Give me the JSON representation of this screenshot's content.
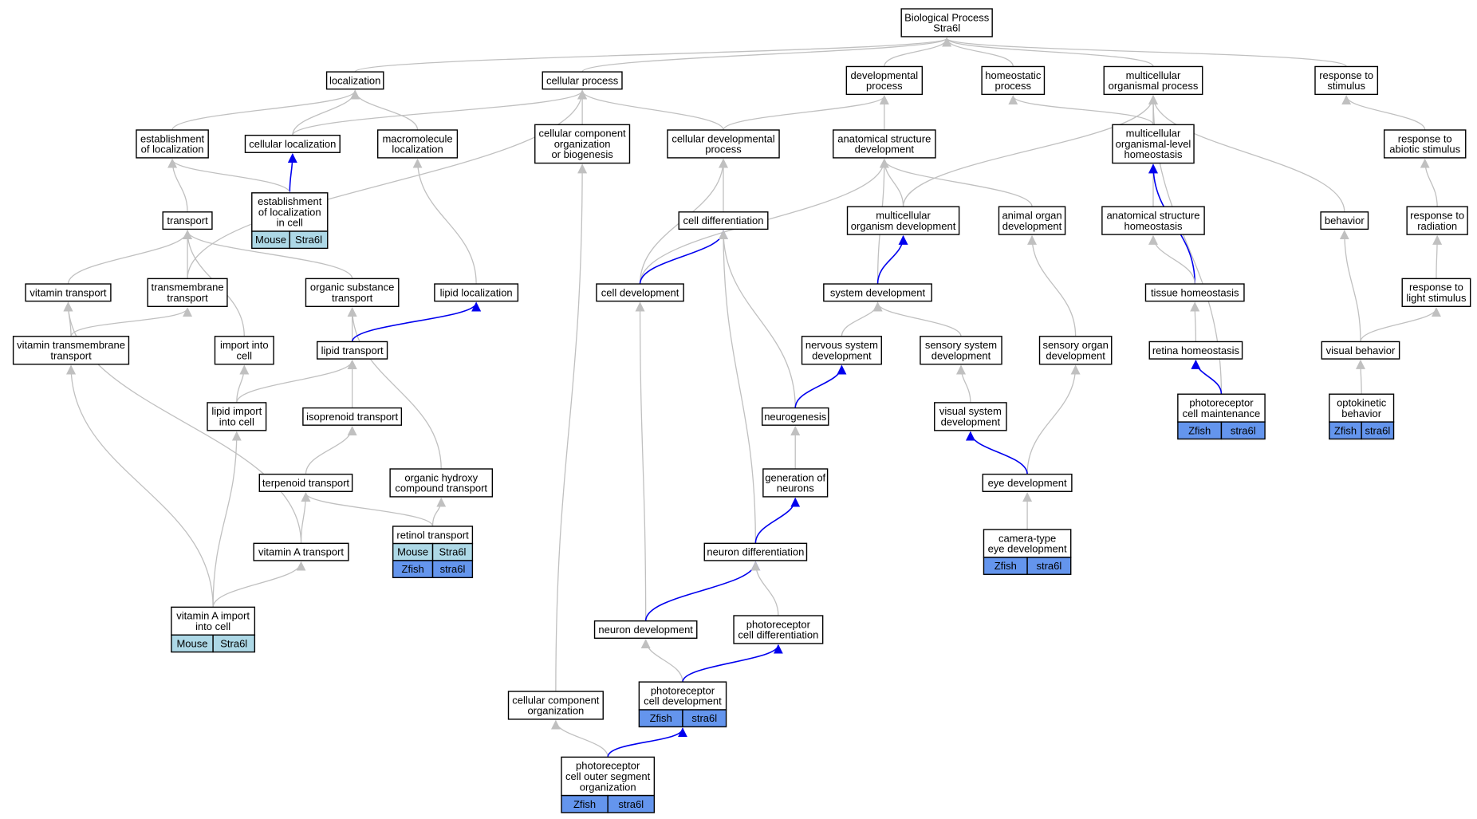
{
  "colors": {
    "edge_gray": "#c0c0c0",
    "edge_blue": "#0000ee",
    "mouse_fill": "#add8e6",
    "zfish_fill": "#6495ed",
    "node_border": "#000000",
    "node_fill": "#ffffff"
  },
  "nodes": [
    {
      "id": "bp",
      "lines": [
        "Biological Process",
        "Stra6l"
      ]
    },
    {
      "id": "localization",
      "lines": [
        "localization"
      ]
    },
    {
      "id": "cellular_process",
      "lines": [
        "cellular process"
      ]
    },
    {
      "id": "developmental_process",
      "lines": [
        "developmental",
        "process"
      ]
    },
    {
      "id": "homeostatic_process",
      "lines": [
        "homeostatic",
        "process"
      ]
    },
    {
      "id": "multicellular_organismal_process",
      "lines": [
        "multicellular",
        "organismal process"
      ]
    },
    {
      "id": "response_to_stimulus",
      "lines": [
        "response to",
        "stimulus"
      ]
    },
    {
      "id": "establishment_of_localization",
      "lines": [
        "establishment",
        "of localization"
      ]
    },
    {
      "id": "cellular_localization",
      "lines": [
        "cellular localization"
      ]
    },
    {
      "id": "macromolecule_localization",
      "lines": [
        "macromolecule",
        "localization"
      ]
    },
    {
      "id": "ccob",
      "lines": [
        "cellular component",
        "organization",
        "or biogenesis"
      ]
    },
    {
      "id": "cellular_developmental_process",
      "lines": [
        "cellular developmental",
        "process"
      ]
    },
    {
      "id": "anatomical_structure_development",
      "lines": [
        "anatomical structure",
        "development"
      ]
    },
    {
      "id": "multicellular_organismal_level_homeostasis",
      "lines": [
        "multicellular",
        "organismal-level",
        "homeostasis"
      ]
    },
    {
      "id": "response_to_abiotic_stimulus",
      "lines": [
        "response to",
        "abiotic stimulus"
      ]
    },
    {
      "id": "establishment_of_localization_in_cell",
      "lines": [
        "establishment",
        "of localization",
        "in cell"
      ],
      "table": [
        [
          "Mouse",
          "Stra6l"
        ]
      ]
    },
    {
      "id": "transport",
      "lines": [
        "transport"
      ]
    },
    {
      "id": "cell_differentiation",
      "lines": [
        "cell differentiation"
      ]
    },
    {
      "id": "multicellular_organism_development",
      "lines": [
        "multicellular",
        "organism development"
      ]
    },
    {
      "id": "animal_organ_development",
      "lines": [
        "animal organ",
        "development"
      ]
    },
    {
      "id": "anatomical_structure_homeostasis",
      "lines": [
        "anatomical structure",
        "homeostasis"
      ]
    },
    {
      "id": "behavior",
      "lines": [
        "behavior"
      ]
    },
    {
      "id": "response_to_radiation",
      "lines": [
        "response to",
        "radiation"
      ]
    },
    {
      "id": "vitamin_transport",
      "lines": [
        "vitamin transport"
      ]
    },
    {
      "id": "transmembrane_transport",
      "lines": [
        "transmembrane",
        "transport"
      ]
    },
    {
      "id": "organic_substance_transport",
      "lines": [
        "organic substance",
        "transport"
      ]
    },
    {
      "id": "lipid_localization",
      "lines": [
        "lipid localization"
      ]
    },
    {
      "id": "cell_development",
      "lines": [
        "cell development"
      ]
    },
    {
      "id": "system_development",
      "lines": [
        "system development"
      ]
    },
    {
      "id": "tissue_homeostasis",
      "lines": [
        "tissue homeostasis"
      ]
    },
    {
      "id": "response_to_light_stimulus",
      "lines": [
        "response to",
        "light stimulus"
      ]
    },
    {
      "id": "vitamin_transmembrane_transport",
      "lines": [
        "vitamin transmembrane",
        "transport"
      ]
    },
    {
      "id": "import_into_cell",
      "lines": [
        "import into",
        "cell"
      ]
    },
    {
      "id": "lipid_transport",
      "lines": [
        "lipid transport"
      ]
    },
    {
      "id": "nervous_system_development",
      "lines": [
        "nervous system",
        "development"
      ]
    },
    {
      "id": "sensory_system_development",
      "lines": [
        "sensory system",
        "development"
      ]
    },
    {
      "id": "sensory_organ_development",
      "lines": [
        "sensory organ",
        "development"
      ]
    },
    {
      "id": "retina_homeostasis",
      "lines": [
        "retina homeostasis"
      ]
    },
    {
      "id": "visual_behavior",
      "lines": [
        "visual behavior"
      ]
    },
    {
      "id": "lipid_import_into_cell",
      "lines": [
        "lipid import",
        "into cell"
      ]
    },
    {
      "id": "isoprenoid_transport",
      "lines": [
        "isoprenoid transport"
      ]
    },
    {
      "id": "neurogenesis",
      "lines": [
        "neurogenesis"
      ]
    },
    {
      "id": "visual_system_development",
      "lines": [
        "visual system",
        "development"
      ]
    },
    {
      "id": "photoreceptor_cell_maintenance",
      "lines": [
        "photoreceptor",
        "cell maintenance"
      ],
      "table": [
        [
          "Zfish",
          "stra6l"
        ]
      ]
    },
    {
      "id": "optokinetic_behavior",
      "lines": [
        "optokinetic",
        "behavior"
      ],
      "table": [
        [
          "Zfish",
          "stra6l"
        ]
      ]
    },
    {
      "id": "terpenoid_transport",
      "lines": [
        "terpenoid transport"
      ]
    },
    {
      "id": "organic_hydroxy_compound_transport",
      "lines": [
        "organic hydroxy",
        "compound transport"
      ]
    },
    {
      "id": "generation_of_neurons",
      "lines": [
        "generation of",
        "neurons"
      ]
    },
    {
      "id": "eye_development",
      "lines": [
        "eye development"
      ]
    },
    {
      "id": "retinol_transport",
      "lines": [
        "retinol transport"
      ],
      "table": [
        [
          "Mouse",
          "Stra6l"
        ],
        [
          "Zfish",
          "stra6l"
        ]
      ]
    },
    {
      "id": "vitamin_a_transport",
      "lines": [
        "vitamin A transport"
      ]
    },
    {
      "id": "neuron_differentiation",
      "lines": [
        "neuron differentiation"
      ]
    },
    {
      "id": "camera_type_eye_development",
      "lines": [
        "camera-type",
        "eye development"
      ],
      "table": [
        [
          "Zfish",
          "stra6l"
        ]
      ]
    },
    {
      "id": "vitamin_a_import_into_cell",
      "lines": [
        "vitamin A import",
        "into cell"
      ],
      "table": [
        [
          "Mouse",
          "Stra6l"
        ]
      ]
    },
    {
      "id": "neuron_development",
      "lines": [
        "neuron development"
      ]
    },
    {
      "id": "photoreceptor_cell_differentiation",
      "lines": [
        "photoreceptor",
        "cell differentiation"
      ]
    },
    {
      "id": "photoreceptor_cell_development",
      "lines": [
        "photoreceptor",
        "cell development"
      ],
      "table": [
        [
          "Zfish",
          "stra6l"
        ]
      ]
    },
    {
      "id": "cellular_component_organization",
      "lines": [
        "cellular component",
        "organization"
      ]
    },
    {
      "id": "photoreceptor_outer_segment_organization",
      "lines": [
        "photoreceptor",
        "cell outer segment",
        "organization"
      ],
      "table": [
        [
          "Zfish",
          "stra6l"
        ]
      ]
    }
  ],
  "edges": [
    {
      "from": "localization",
      "to": "bp",
      "color": "gray"
    },
    {
      "from": "cellular_process",
      "to": "bp",
      "color": "gray"
    },
    {
      "from": "developmental_process",
      "to": "bp",
      "color": "gray"
    },
    {
      "from": "homeostatic_process",
      "to": "bp",
      "color": "gray"
    },
    {
      "from": "multicellular_organismal_process",
      "to": "bp",
      "color": "gray"
    },
    {
      "from": "response_to_stimulus",
      "to": "bp",
      "color": "gray"
    },
    {
      "from": "establishment_of_localization",
      "to": "localization",
      "color": "gray"
    },
    {
      "from": "cellular_localization",
      "to": "localization",
      "color": "gray"
    },
    {
      "from": "macromolecule_localization",
      "to": "localization",
      "color": "gray"
    },
    {
      "from": "cellular_localization",
      "to": "cellular_process",
      "color": "gray"
    },
    {
      "from": "ccob",
      "to": "cellular_process",
      "color": "gray"
    },
    {
      "from": "cellular_developmental_process",
      "to": "cellular_process",
      "color": "gray"
    },
    {
      "from": "transmembrane_transport",
      "to": "cellular_process",
      "color": "gray"
    },
    {
      "from": "cellular_developmental_process",
      "to": "developmental_process",
      "color": "gray"
    },
    {
      "from": "anatomical_structure_development",
      "to": "developmental_process",
      "color": "gray"
    },
    {
      "from": "multicellular_organismal_level_homeostasis",
      "to": "homeostatic_process",
      "color": "gray"
    },
    {
      "from": "multicellular_organismal_level_homeostasis",
      "to": "multicellular_organismal_process",
      "color": "gray"
    },
    {
      "from": "multicellular_organism_development",
      "to": "multicellular_organismal_process",
      "color": "gray"
    },
    {
      "from": "behavior",
      "to": "multicellular_organismal_process",
      "color": "gray"
    },
    {
      "from": "photoreceptor_cell_maintenance",
      "to": "multicellular_organismal_process",
      "color": "gray"
    },
    {
      "from": "response_to_abiotic_stimulus",
      "to": "response_to_stimulus",
      "color": "gray"
    },
    {
      "from": "establishment_of_localization_in_cell",
      "to": "cellular_localization",
      "color": "blue"
    },
    {
      "from": "establishment_of_localization_in_cell",
      "to": "establishment_of_localization",
      "color": "gray"
    },
    {
      "from": "transport",
      "to": "establishment_of_localization",
      "color": "gray"
    },
    {
      "from": "lipid_localization",
      "to": "macromolecule_localization",
      "color": "gray"
    },
    {
      "from": "cellular_component_organization",
      "to": "ccob",
      "color": "gray"
    },
    {
      "from": "cell_differentiation",
      "to": "cellular_developmental_process",
      "color": "gray"
    },
    {
      "from": "cell_development",
      "to": "cellular_developmental_process",
      "color": "gray"
    },
    {
      "from": "cell_development",
      "to": "anatomical_structure_development",
      "color": "gray"
    },
    {
      "from": "multicellular_organism_development",
      "to": "anatomical_structure_development",
      "color": "gray"
    },
    {
      "from": "animal_organ_development",
      "to": "anatomical_structure_development",
      "color": "gray"
    },
    {
      "from": "system_development",
      "to": "anatomical_structure_development",
      "color": "gray"
    },
    {
      "from": "anatomical_structure_homeostasis",
      "to": "multicellular_organismal_level_homeostasis",
      "color": "gray"
    },
    {
      "from": "tissue_homeostasis",
      "to": "multicellular_organismal_level_homeostasis",
      "color": "blue"
    },
    {
      "from": "response_to_radiation",
      "to": "response_to_abiotic_stimulus",
      "color": "gray"
    },
    {
      "from": "vitamin_transport",
      "to": "transport",
      "color": "gray"
    },
    {
      "from": "transmembrane_transport",
      "to": "transport",
      "color": "gray"
    },
    {
      "from": "organic_substance_transport",
      "to": "transport",
      "color": "gray"
    },
    {
      "from": "import_into_cell",
      "to": "transport",
      "color": "gray"
    },
    {
      "from": "cell_development",
      "to": "cell_differentiation",
      "color": "blue"
    },
    {
      "from": "neurogenesis",
      "to": "cell_differentiation",
      "color": "gray"
    },
    {
      "from": "neuron_differentiation",
      "to": "cell_differentiation",
      "color": "gray"
    },
    {
      "from": "system_development",
      "to": "multicellular_organism_development",
      "color": "blue"
    },
    {
      "from": "sensory_organ_development",
      "to": "animal_organ_development",
      "color": "gray"
    },
    {
      "from": "tissue_homeostasis",
      "to": "anatomical_structure_homeostasis",
      "color": "gray"
    },
    {
      "from": "visual_behavior",
      "to": "behavior",
      "color": "gray"
    },
    {
      "from": "response_to_light_stimulus",
      "to": "response_to_radiation",
      "color": "gray"
    },
    {
      "from": "vitamin_transmembrane_transport",
      "to": "vitamin_transport",
      "color": "gray"
    },
    {
      "from": "vitamin_a_transport",
      "to": "vitamin_transport",
      "color": "gray"
    },
    {
      "from": "vitamin_transmembrane_transport",
      "to": "transmembrane_transport",
      "color": "gray"
    },
    {
      "from": "lipid_transport",
      "to": "organic_substance_transport",
      "color": "gray"
    },
    {
      "from": "organic_hydroxy_compound_transport",
      "to": "organic_substance_transport",
      "color": "gray"
    },
    {
      "from": "lipid_transport",
      "to": "lipid_localization",
      "color": "blue"
    },
    {
      "from": "neuron_development",
      "to": "cell_development",
      "color": "gray"
    },
    {
      "from": "nervous_system_development",
      "to": "system_development",
      "color": "gray"
    },
    {
      "from": "sensory_system_development",
      "to": "system_development",
      "color": "gray"
    },
    {
      "from": "retina_homeostasis",
      "to": "tissue_homeostasis",
      "color": "gray"
    },
    {
      "from": "visual_behavior",
      "to": "response_to_light_stimulus",
      "color": "gray"
    },
    {
      "from": "vitamin_a_import_into_cell",
      "to": "vitamin_transmembrane_transport",
      "color": "gray"
    },
    {
      "from": "lipid_import_into_cell",
      "to": "import_into_cell",
      "color": "gray"
    },
    {
      "from": "lipid_import_into_cell",
      "to": "lipid_transport",
      "color": "gray"
    },
    {
      "from": "isoprenoid_transport",
      "to": "lipid_transport",
      "color": "gray"
    },
    {
      "from": "neurogenesis",
      "to": "nervous_system_development",
      "color": "blue"
    },
    {
      "from": "visual_system_development",
      "to": "sensory_system_development",
      "color": "gray"
    },
    {
      "from": "eye_development",
      "to": "sensory_organ_development",
      "color": "gray"
    },
    {
      "from": "photoreceptor_cell_maintenance",
      "to": "retina_homeostasis",
      "color": "blue"
    },
    {
      "from": "optokinetic_behavior",
      "to": "visual_behavior",
      "color": "gray"
    },
    {
      "from": "vitamin_a_import_into_cell",
      "to": "lipid_import_into_cell",
      "color": "gray"
    },
    {
      "from": "terpenoid_transport",
      "to": "isoprenoid_transport",
      "color": "gray"
    },
    {
      "from": "generation_of_neurons",
      "to": "neurogenesis",
      "color": "gray"
    },
    {
      "from": "eye_development",
      "to": "visual_system_development",
      "color": "blue"
    },
    {
      "from": "retinol_transport",
      "to": "terpenoid_transport",
      "color": "gray"
    },
    {
      "from": "vitamin_a_transport",
      "to": "terpenoid_transport",
      "color": "gray"
    },
    {
      "from": "retinol_transport",
      "to": "organic_hydroxy_compound_transport",
      "color": "gray"
    },
    {
      "from": "neuron_differentiation",
      "to": "generation_of_neurons",
      "color": "blue"
    },
    {
      "from": "camera_type_eye_development",
      "to": "eye_development",
      "color": "gray"
    },
    {
      "from": "vitamin_a_import_into_cell",
      "to": "vitamin_a_transport",
      "color": "gray"
    },
    {
      "from": "neuron_development",
      "to": "neuron_differentiation",
      "color": "blue"
    },
    {
      "from": "photoreceptor_cell_differentiation",
      "to": "neuron_differentiation",
      "color": "gray"
    },
    {
      "from": "photoreceptor_cell_development",
      "to": "neuron_development",
      "color": "gray"
    },
    {
      "from": "photoreceptor_cell_development",
      "to": "photoreceptor_cell_differentiation",
      "color": "blue"
    },
    {
      "from": "photoreceptor_outer_segment_organization",
      "to": "cellular_component_organization",
      "color": "gray"
    },
    {
      "from": "photoreceptor_outer_segment_organization",
      "to": "photoreceptor_cell_development",
      "color": "blue"
    }
  ]
}
